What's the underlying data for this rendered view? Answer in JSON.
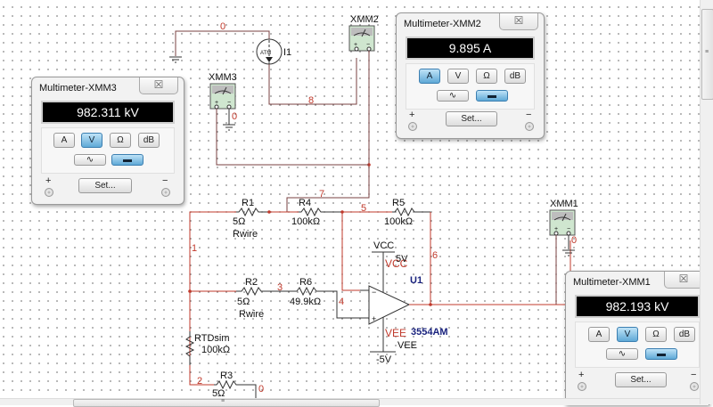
{
  "schematic": {
    "net_labels": {
      "n0_top": "0",
      "n8": "8",
      "n7": "7",
      "n5": "5",
      "n1": "1",
      "n3": "3",
      "n4": "4",
      "n6": "6",
      "n2": "2",
      "n0_bottom": "0",
      "xmm3_gnd": "0",
      "xmm1_gnd": "0"
    },
    "components": {
      "I1": {
        "ref": "I1",
        "symbol_text": "ATM"
      },
      "R1": {
        "ref": "R1",
        "value": "5Ω",
        "model": "Rwire"
      },
      "R2": {
        "ref": "R2",
        "value": "5Ω",
        "model": "Rwire"
      },
      "R3": {
        "ref": "R3",
        "value": "5Ω"
      },
      "R4": {
        "ref": "R4",
        "value": "100kΩ"
      },
      "R5": {
        "ref": "R5",
        "value": "100kΩ"
      },
      "R6": {
        "ref": "R6",
        "value": "49.9kΩ"
      },
      "RTD": {
        "ref": "RTDsim",
        "value": "100kΩ"
      },
      "U1": {
        "ref": "U1",
        "model": "3554AM",
        "pin_vcc": "VCC",
        "pin_vee": "VEE"
      },
      "VCC": {
        "label": "VCC",
        "value": "5V"
      },
      "VEE": {
        "label": "VEE",
        "value": "-5V"
      },
      "XMM1": {
        "ref": "XMM1"
      },
      "XMM2": {
        "ref": "XMM2"
      },
      "XMM3": {
        "ref": "XMM3"
      }
    }
  },
  "multimeters": [
    {
      "id": "xmm3",
      "title": "Multimeter-XMM3",
      "reading": "982.311 kV",
      "mode": "V",
      "coupling": "DC"
    },
    {
      "id": "xmm2",
      "title": "Multimeter-XMM2",
      "reading": "9.895 A",
      "mode": "A",
      "coupling": "DC"
    },
    {
      "id": "xmm1",
      "title": "Multimeter-XMM1",
      "reading": "982.193 kV",
      "mode": "V",
      "coupling": "DC"
    }
  ],
  "multimeter_ui": {
    "close_glyph": "☒",
    "btn_a": "A",
    "btn_v": "V",
    "btn_ohm": "Ω",
    "btn_db": "dB",
    "set_label": "Set...",
    "plus": "+",
    "minus": "−"
  },
  "scrollbars": {
    "grip": "≡"
  }
}
